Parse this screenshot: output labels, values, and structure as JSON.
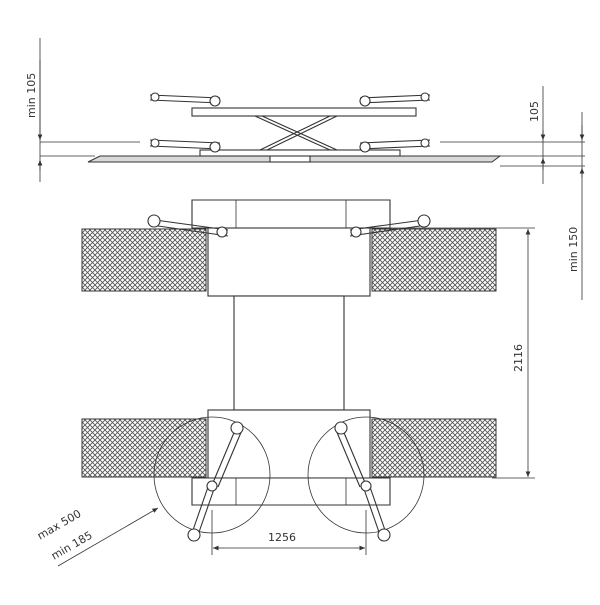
{
  "dimensions": {
    "min_105": "min 105",
    "d_105": "105",
    "min_150": "min 150",
    "d_2116": "2116",
    "d_1256": "1256",
    "max_500": "max 500",
    "min_185": "min 185"
  },
  "colors": {
    "line": "#333333",
    "hatch": "#555555",
    "background": "#ffffff"
  }
}
